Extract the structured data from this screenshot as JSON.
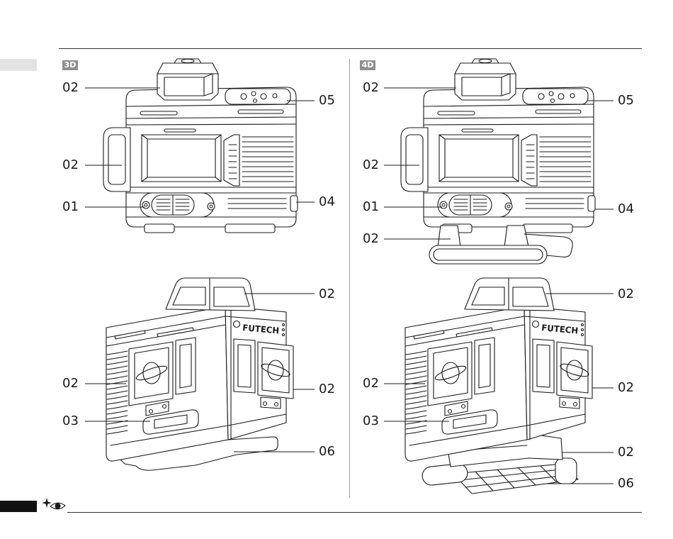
{
  "colors": {
    "ink": "#1a1a1a",
    "badge_bg": "#8f8f8f",
    "badge_text": "#ffffff",
    "tab_gray": "#e3e3e3",
    "tab_black": "#111111",
    "divider": "#9a9a9a"
  },
  "icons": {
    "footer": "laser-eye-icon"
  },
  "logo_text": "FUTECH",
  "panel_3d": {
    "badge": "3D",
    "callouts": [
      "02",
      "05",
      "02",
      "01",
      "04",
      "02",
      "02",
      "02",
      "03",
      "06"
    ]
  },
  "panel_4d": {
    "badge": "4D",
    "callouts": [
      "02",
      "05",
      "02",
      "01",
      "04",
      "02",
      "02",
      "02",
      "02",
      "03",
      "02",
      "06"
    ]
  }
}
